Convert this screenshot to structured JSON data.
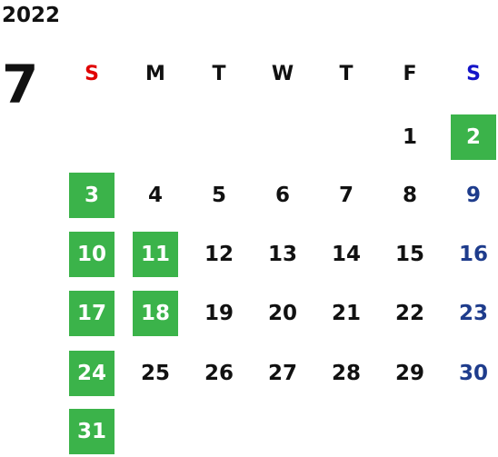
{
  "calendar": {
    "year": "2022",
    "month": "7",
    "weekdays": [
      "S",
      "M",
      "T",
      "W",
      "T",
      "F",
      "S"
    ],
    "first_weekday_index": 5,
    "days_in_month": 31,
    "highlighted_days": [
      2,
      3,
      10,
      11,
      17,
      18,
      24,
      31
    ]
  },
  "colors": {
    "sunday_label": "#e00000",
    "saturday_label": "#1414c8",
    "saturday_day": "#1e3c8c",
    "highlight_bg": "#3bb34a",
    "highlight_text": "#ffffff",
    "default_text": "#111111"
  }
}
